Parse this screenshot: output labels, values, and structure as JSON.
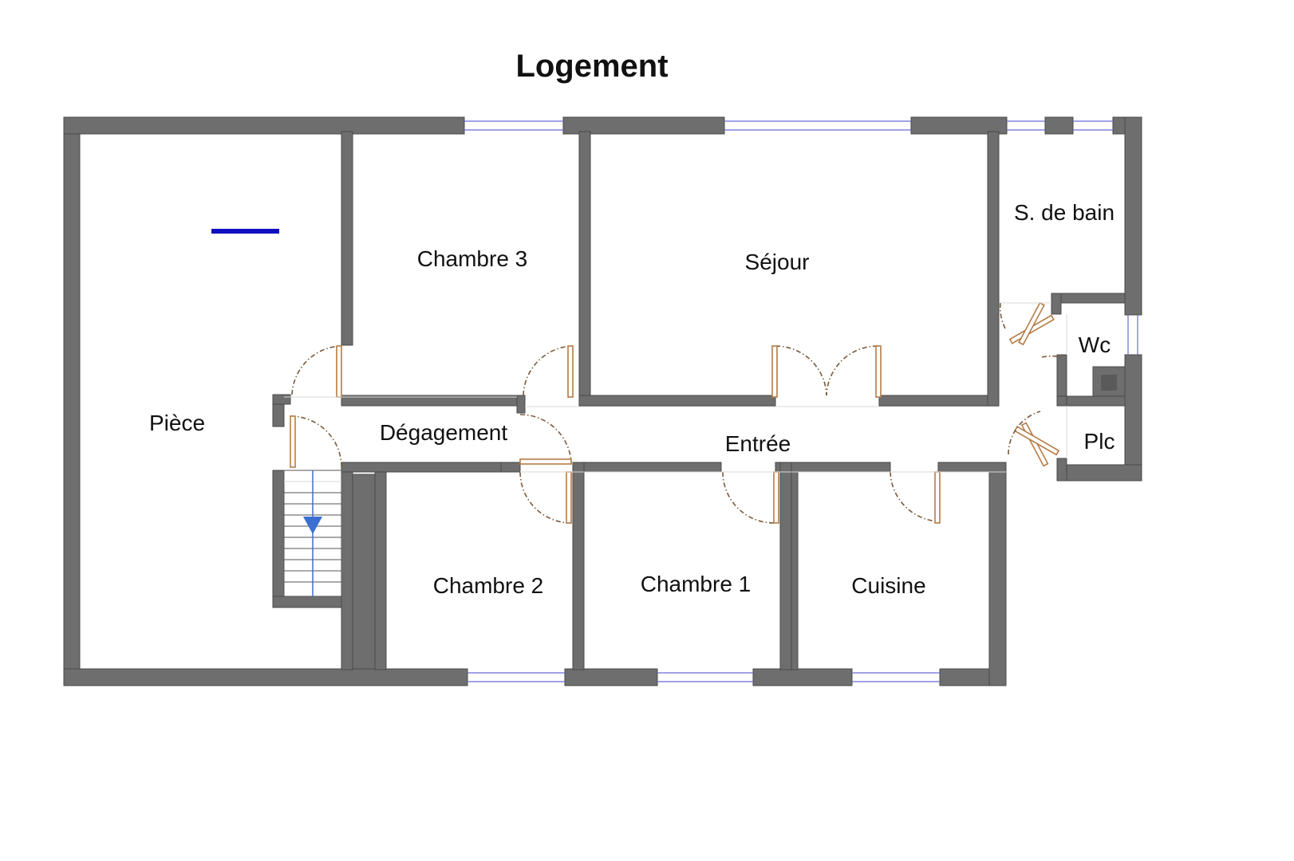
{
  "title": "Logement",
  "rooms": {
    "piece": "Pièce",
    "chambre3": "Chambre 3",
    "sejour": "Séjour",
    "sdb": "S. de bain",
    "wc": "Wc",
    "plc": "Plc",
    "degagement": "Dégagement",
    "entree": "Entrée",
    "chambre2": "Chambre 2",
    "chambre1": "Chambre 1",
    "cuisine": "Cuisine"
  },
  "colors": {
    "wall": "#6e6e6e",
    "window": "#6b6bd6",
    "door_leaf": "#b57b45",
    "stair_arrow": "#3b6fd1",
    "marker": "#1010c0"
  }
}
